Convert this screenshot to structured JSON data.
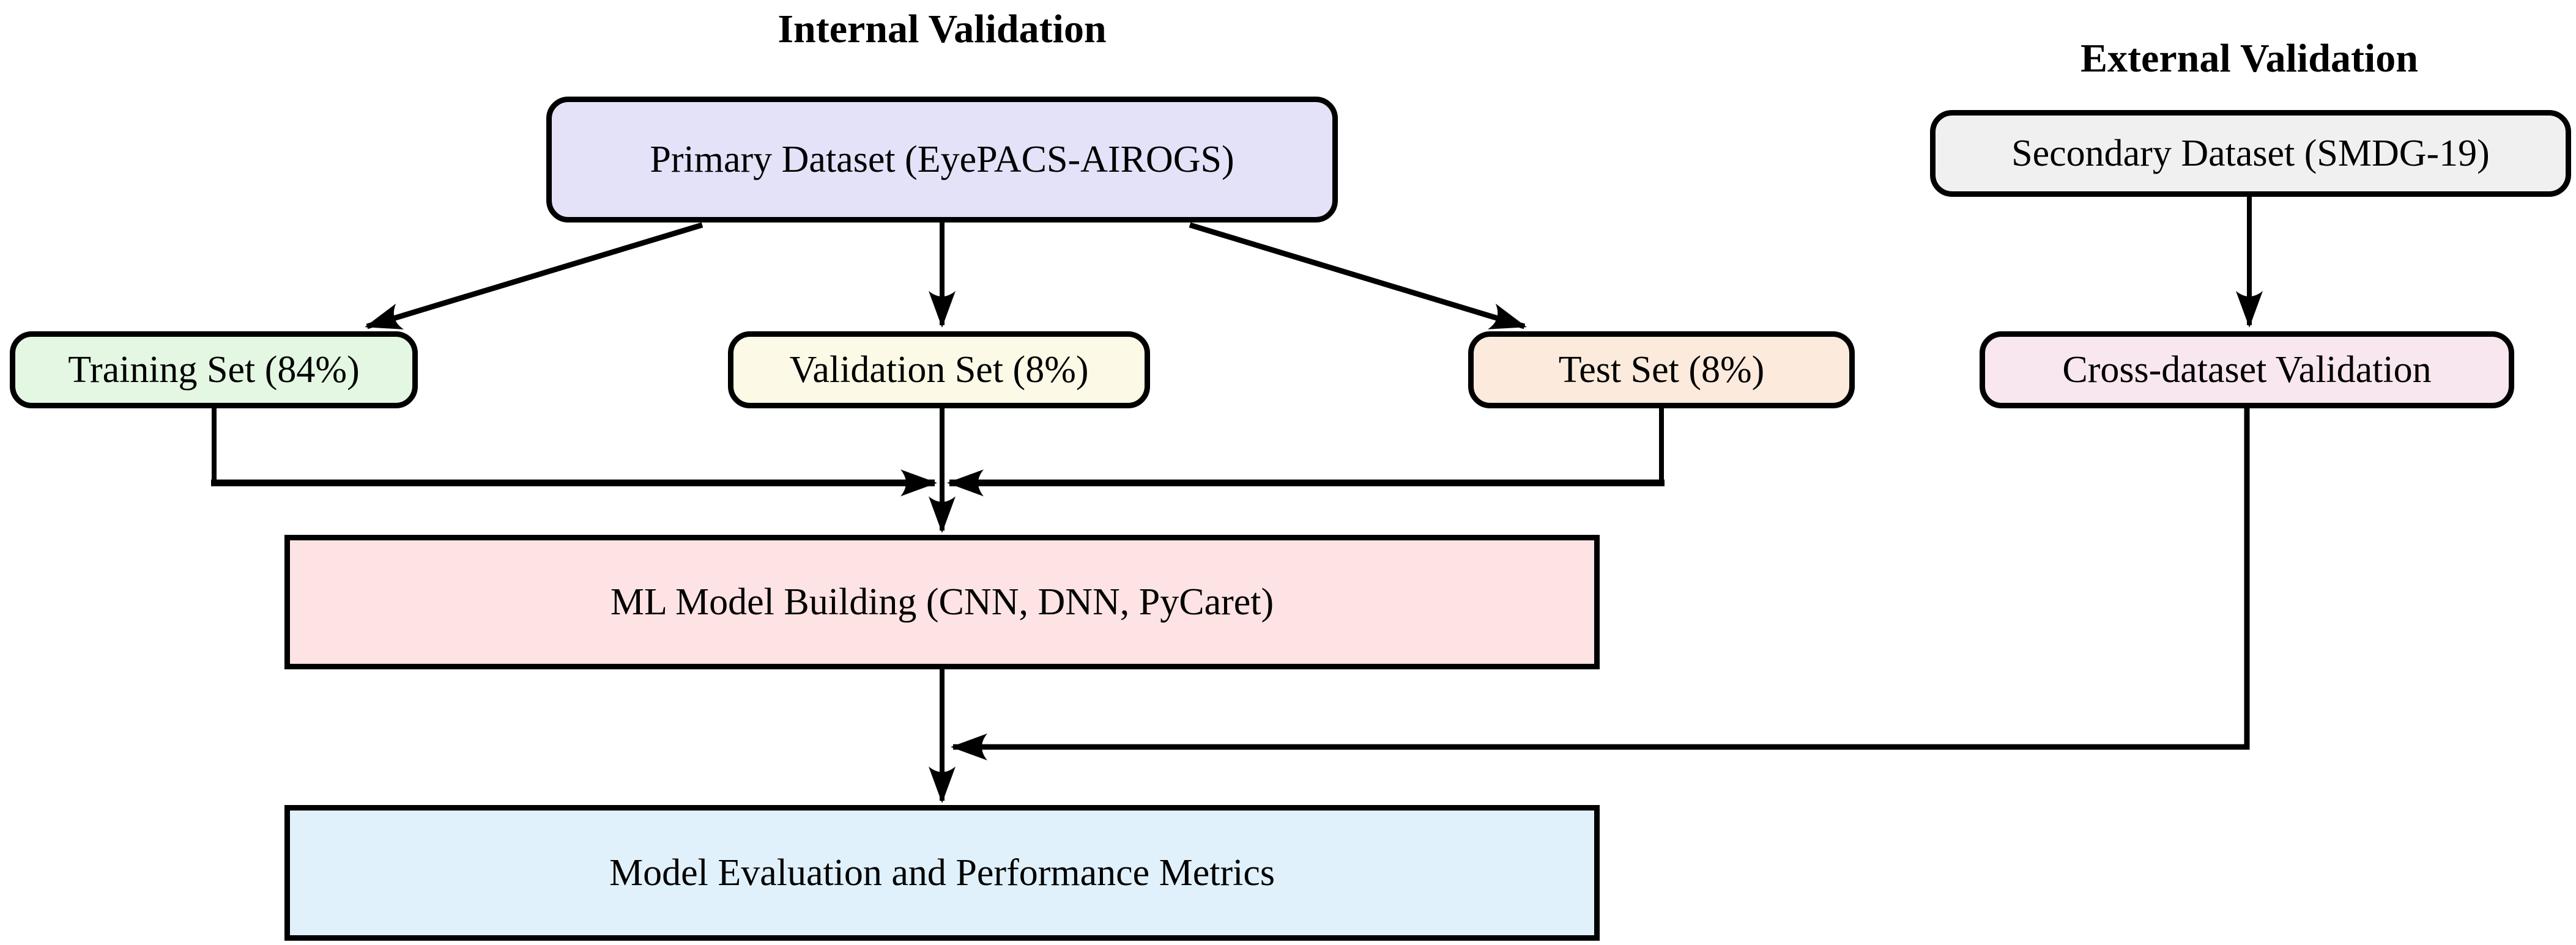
{
  "titles": {
    "internal": "Internal Validation",
    "external": "External Validation"
  },
  "nodes": {
    "primary_dataset": {
      "label": "Primary Dataset (EyePACS-AIROGS)",
      "fill": "#e3e2f8"
    },
    "secondary_dataset": {
      "label": "Secondary Dataset (SMDG-19)",
      "fill": "#f0f0f0"
    },
    "training_set": {
      "label": "Training Set (84%)",
      "fill": "#e3f7e2"
    },
    "validation_set": {
      "label": "Validation Set (8%)",
      "fill": "#fcfae6"
    },
    "test_set": {
      "label": "Test Set (8%)",
      "fill": "#fcebdc"
    },
    "cross_dataset": {
      "label": "Cross-dataset Validation",
      "fill": "#f8e7ee"
    },
    "ml_model": {
      "label": "ML Model Building (CNN, DNN, PyCaret)",
      "fill": "#fde3e3"
    },
    "evaluation": {
      "label": "Model Evaluation and Performance Metrics",
      "fill": "#e0f1fb"
    }
  },
  "colors": {
    "line": "#000000",
    "text": "#000000",
    "background": "#ffffff"
  }
}
